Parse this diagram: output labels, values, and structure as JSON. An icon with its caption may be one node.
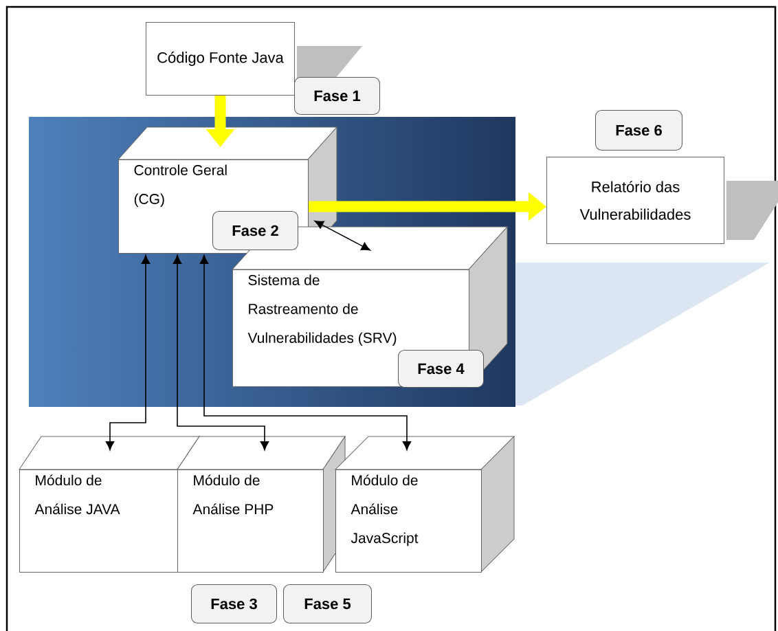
{
  "diagram": {
    "nodes": [
      {
        "text": [
          "Código Fonte Java"
        ]
      },
      {
        "text": [
          "Fase 1"
        ]
      },
      {
        "text": [
          "Fase 6"
        ]
      },
      {
        "text": [
          "Controle Geral (CG)"
        ]
      },
      {
        "text": [
          "Fase 2"
        ],
        "in": 3
      },
      {
        "text": [
          "Relatório das Vulnerabilidades"
        ]
      },
      {
        "text": [
          "Sistema de Rastreamento de Vulnerabilidades (SRV)"
        ]
      },
      {
        "text": [
          "Fase 4"
        ],
        "in": 6
      },
      {
        "text": [
          "Módulo de Análise JAVA"
        ]
      },
      {
        "text": [
          "Módulo de Análise PHP"
        ]
      },
      {
        "text": [
          "Módulo de Análise JavaScript"
        ]
      },
      {
        "text": [
          "Fase 3"
        ]
      },
      {
        "text": [
          "Fase 5"
        ]
      }
    ],
    "edges": [
      {
        "from": 0,
        "to": 3,
        "arrow": "to",
        "style": "thick",
        "color": "#ffff00"
      },
      {
        "from": 3,
        "to": 5,
        "arrow": "to",
        "style": "thick",
        "color": "#ffff00"
      },
      {
        "from": 3,
        "to": 6,
        "arrow": "both"
      },
      {
        "from": 3,
        "to": 8,
        "arrow": "both"
      },
      {
        "from": 3,
        "to": 9,
        "arrow": "both"
      },
      {
        "from": 3,
        "to": 10,
        "arrow": "both"
      }
    ]
  }
}
